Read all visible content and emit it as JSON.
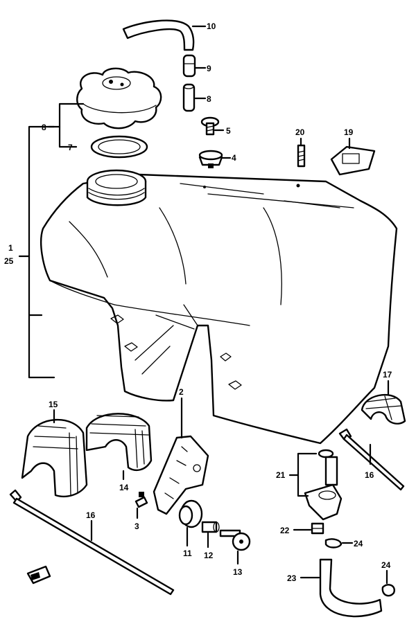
{
  "callouts": {
    "n1": "1",
    "n25": "25",
    "n2": "2",
    "n3": "3",
    "n4": "4",
    "n5": "5",
    "n7": "7",
    "n8a": "8",
    "n8b": "8",
    "n9": "9",
    "n10": "10",
    "n11": "11",
    "n12": "12",
    "n13": "13",
    "n14": "14",
    "n15": "15",
    "n16a": "16",
    "n16b": "16",
    "n17": "17",
    "n19": "19",
    "n20": "20",
    "n21": "21",
    "n22": "22",
    "n23": "23",
    "n24a": "24",
    "n24b": "24"
  }
}
